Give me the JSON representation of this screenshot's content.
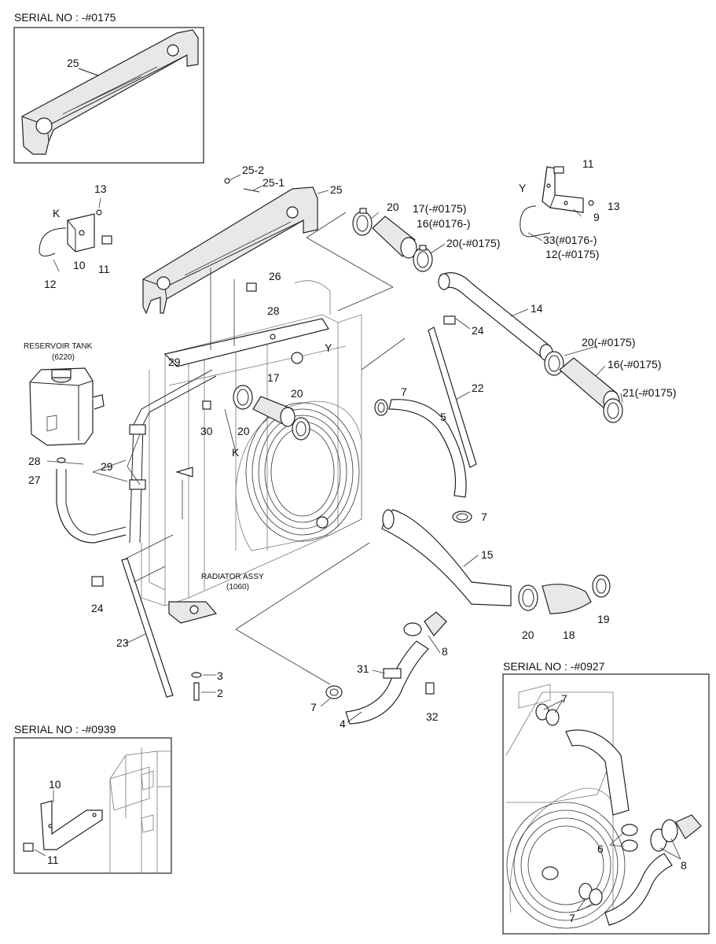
{
  "insets": {
    "top_left": {
      "title": "SERIAL NO : -#0175",
      "labels": [
        "25"
      ]
    },
    "bottom_left": {
      "title": "SERIAL NO : -#0939",
      "labels": [
        "10",
        "11"
      ]
    },
    "bottom_right": {
      "title": "SERIAL NO : -#0927",
      "labels": [
        "7",
        "6",
        "8",
        "7"
      ]
    }
  },
  "assemblies": {
    "reservoir_tank": {
      "name": "RESERVOIR TANK",
      "code": "(6220)"
    },
    "radiator_assy": {
      "name": "RADIATOR ASSY",
      "code": "(1060)"
    }
  },
  "callouts": [
    "25-2",
    "25-1",
    "25",
    "26",
    "28",
    "29",
    "30",
    "K",
    "Y",
    "13",
    "K",
    "10",
    "11",
    "12",
    "20",
    "17(-#0175)",
    "16(#0176-)",
    "20(-#0175)",
    "11",
    "Y",
    "13",
    "9",
    "33(#0176-)",
    "12(-#0175)",
    "14",
    "24",
    "20(-#0175)",
    "16(-#0175)",
    "21(-#0175)",
    "22",
    "7",
    "5",
    "7",
    "17",
    "20",
    "20",
    "29",
    "28",
    "27",
    "24",
    "23",
    "15",
    "20",
    "18",
    "19",
    "8",
    "31",
    "32",
    "7",
    "4",
    "3",
    "2"
  ]
}
